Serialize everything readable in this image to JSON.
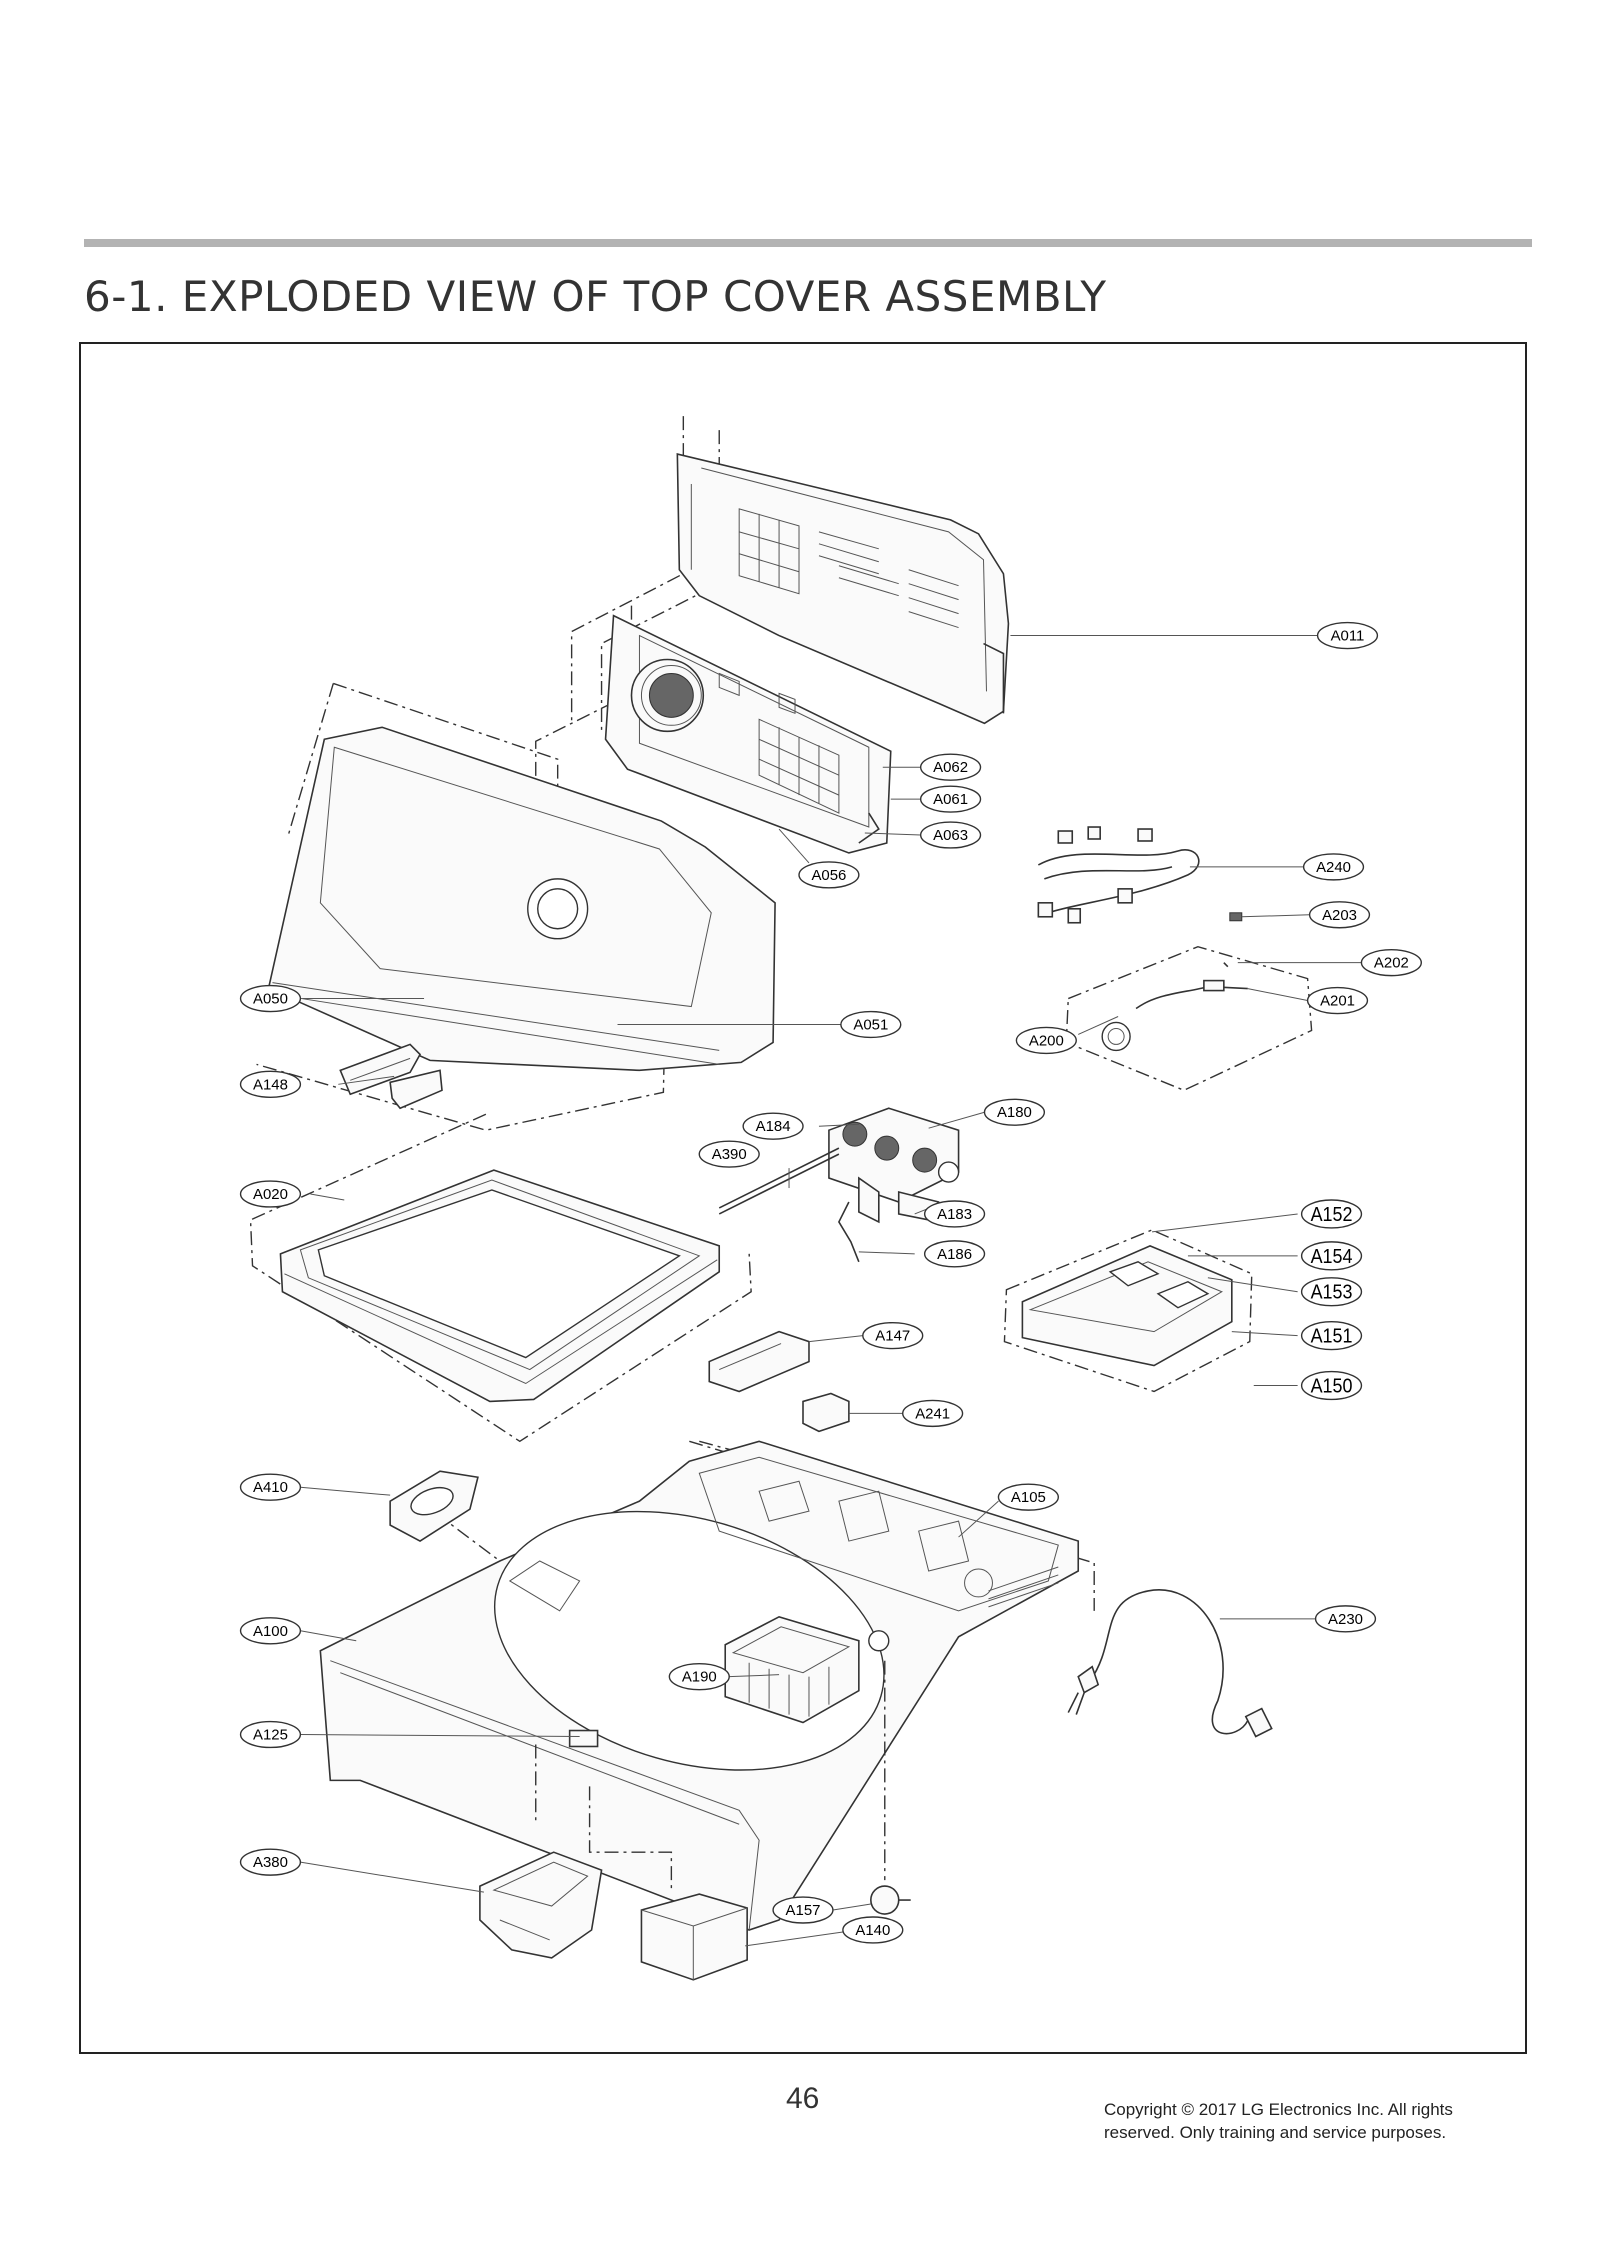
{
  "page": {
    "title": "6-1. EXPLODED VIEW OF TOP COVER ASSEMBLY",
    "page_number": "46",
    "copyright_line1": "Copyright © 2017 LG Electronics Inc. All rights",
    "copyright_line2": "reserved. Only training and service purposes."
  },
  "parts": [
    {
      "id": "A011",
      "label": "A011"
    },
    {
      "id": "A062",
      "label": "A062"
    },
    {
      "id": "A061",
      "label": "A061"
    },
    {
      "id": "A063",
      "label": "A063"
    },
    {
      "id": "A056",
      "label": "A056"
    },
    {
      "id": "A240",
      "label": "A240"
    },
    {
      "id": "A203",
      "label": "A203"
    },
    {
      "id": "A202",
      "label": "A202"
    },
    {
      "id": "A201",
      "label": "A201"
    },
    {
      "id": "A200",
      "label": "A200"
    },
    {
      "id": "A050",
      "label": "A050"
    },
    {
      "id": "A051",
      "label": "A051"
    },
    {
      "id": "A148",
      "label": "A148"
    },
    {
      "id": "A184",
      "label": "A184"
    },
    {
      "id": "A180",
      "label": "A180"
    },
    {
      "id": "A390",
      "label": "A390"
    },
    {
      "id": "A020",
      "label": "A020"
    },
    {
      "id": "A183",
      "label": "A183"
    },
    {
      "id": "A186",
      "label": "A186"
    },
    {
      "id": "A152",
      "label": "A152"
    },
    {
      "id": "A154",
      "label": "A154"
    },
    {
      "id": "A153",
      "label": "A153"
    },
    {
      "id": "A151",
      "label": "A151"
    },
    {
      "id": "A150",
      "label": "A150"
    },
    {
      "id": "A147",
      "label": "A147"
    },
    {
      "id": "A241",
      "label": "A241"
    },
    {
      "id": "A410",
      "label": "A410"
    },
    {
      "id": "A105",
      "label": "A105"
    },
    {
      "id": "A100",
      "label": "A100"
    },
    {
      "id": "A230",
      "label": "A230"
    },
    {
      "id": "A190",
      "label": "A190"
    },
    {
      "id": "A125",
      "label": "A125"
    },
    {
      "id": "A380",
      "label": "A380"
    },
    {
      "id": "A157",
      "label": "A157"
    },
    {
      "id": "A140",
      "label": "A140"
    }
  ]
}
